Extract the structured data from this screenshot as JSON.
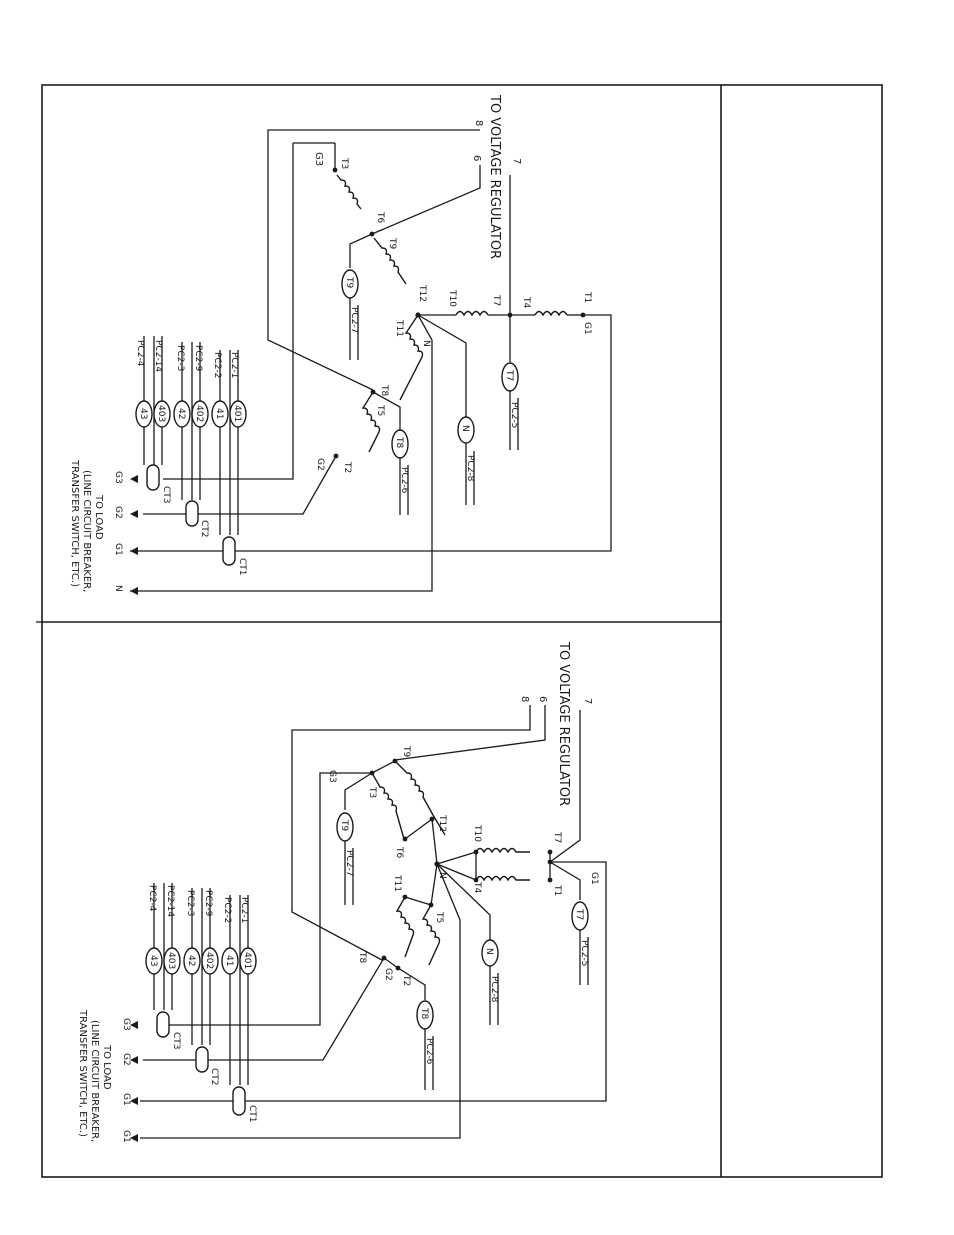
{
  "top": {
    "to_voltage_regulator": "TO VOLTAGE REGULATOR",
    "wires": {
      "w8": "8",
      "w6": "6",
      "w7": "7"
    },
    "terminals": {
      "T3": "T3",
      "T6": "T6",
      "T9": "T9",
      "T12": "T12",
      "T10": "T10",
      "T7": "T7",
      "T4": "T4",
      "T1": "T1",
      "T11": "T11",
      "T8": "T8",
      "T5": "T5",
      "T2": "T2",
      "N": "N"
    },
    "grounds": {
      "G3": "G3",
      "G2": "G2",
      "G1": "G1"
    },
    "ovals": {
      "T9": "T9",
      "T7": "T7",
      "N": "N",
      "T8": "T8"
    },
    "pc_refs": {
      "T9": "PC2-7",
      "T7": "PC2-5",
      "N": "PC2-8",
      "T8": "PC2-6"
    },
    "ct_pins": [
      "PC2-1",
      "PC2-2",
      "PC2-9",
      "PC2-3",
      "PC2-14",
      "PC2-4"
    ],
    "ct_ovals": [
      "401",
      "41",
      "402",
      "42",
      "403",
      "43"
    ],
    "cts": {
      "ct1": "CT1",
      "ct2": "CT2",
      "ct3": "CT3"
    },
    "load_arrows": [
      "G3",
      "G2",
      "G1",
      "N"
    ],
    "load_label": [
      "TO LOAD",
      "(LINE CIRCUIT BREAKER,",
      "TRANSFER SWITCH, ETC.)"
    ]
  },
  "bottom": {
    "to_voltage_regulator": "TO VOLTAGE REGULATOR",
    "wires": {
      "w8": "8",
      "w6": "6",
      "w7": "7"
    },
    "terminals": {
      "T9": "T9",
      "T3": "T3",
      "T6": "T6",
      "T12": "T12",
      "T10": "T10",
      "T7": "T7",
      "T4": "T4",
      "T1": "T1",
      "T11": "T11",
      "T5": "T5",
      "T8": "T8",
      "T2": "T2",
      "N": "N"
    },
    "grounds": {
      "G3": "G3",
      "G2": "G2",
      "G1": "G1"
    },
    "ovals": {
      "T9": "T9",
      "T7": "T7",
      "N": "N",
      "T8": "T8"
    },
    "pc_refs": {
      "T9": "PC2-7",
      "T7": "PC2-5",
      "N": "PC2-8",
      "T8": "PC2-6"
    },
    "ct_pins": [
      "PC2-1",
      "PC2-2",
      "PC2-9",
      "PC2-3",
      "PC2-14",
      "PC2-4"
    ],
    "ct_ovals": [
      "401",
      "41",
      "402",
      "42",
      "403",
      "43"
    ],
    "cts": {
      "ct1": "CT1",
      "ct2": "CT2",
      "ct3": "CT3"
    },
    "load_arrows": [
      "G3",
      "G2",
      "G1",
      "G1"
    ],
    "load_label": [
      "TO LOAD",
      "(LINE CIRCUIT BREAKER,",
      "TRANSFER SWITCH, ETC.)"
    ]
  }
}
